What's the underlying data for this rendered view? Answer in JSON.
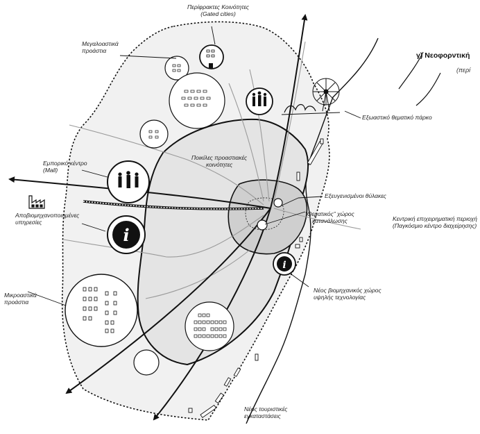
{
  "heading": {
    "title": "γ) Νεοφορντική",
    "subtitle": "(περί"
  },
  "labels": {
    "gated_line1": "Περίφρακτες Κοινότητες",
    "gated_line2": "(Gated cities)",
    "suburbs_line1": "Μεγαλοαστικά",
    "suburbs_line2": "προάστια",
    "theme_park": "Εξωαστικό θεματικό πάρκο",
    "mall_line1": "Εμπορικό κέντρο",
    "mall_line2": "(Mall)",
    "diverse_line1": "Ποικίλες προαστιακές",
    "diverse_line2": "κοινότητες",
    "enclaves": "Εξευγενισμένοι θύλακες",
    "cbd_line1": "Κεντρική επιχειρηματική περιοχή",
    "cbd_line2": "(Παγκόσμιο κέντρο διαχείρησης)",
    "deind_line1": "Αποβιομηχανοποιημένες",
    "deind_line2": "υπηρεσίες",
    "thematic_line1": "“Θεματικός” χώρος",
    "thematic_line2": "κατανάλωσης",
    "hitech_line1": "Νέος βιομηχανικός χώρος",
    "hitech_line2": "υψηλής τεχνολογίας",
    "petit_line1": "Μικροαστικά",
    "petit_line2": "προάστια",
    "tourism_line1": "Νέος τουριστικές",
    "tourism_line2": "εγκαταστάσεις"
  },
  "icons": {
    "info_glyph": "i"
  },
  "colors": {
    "region_fill": "#f1f1f1",
    "inner_fill": "#dedede",
    "core_fill": "#cfcfcf",
    "ink": "#111111",
    "road_gray": "#9a9a9a"
  }
}
